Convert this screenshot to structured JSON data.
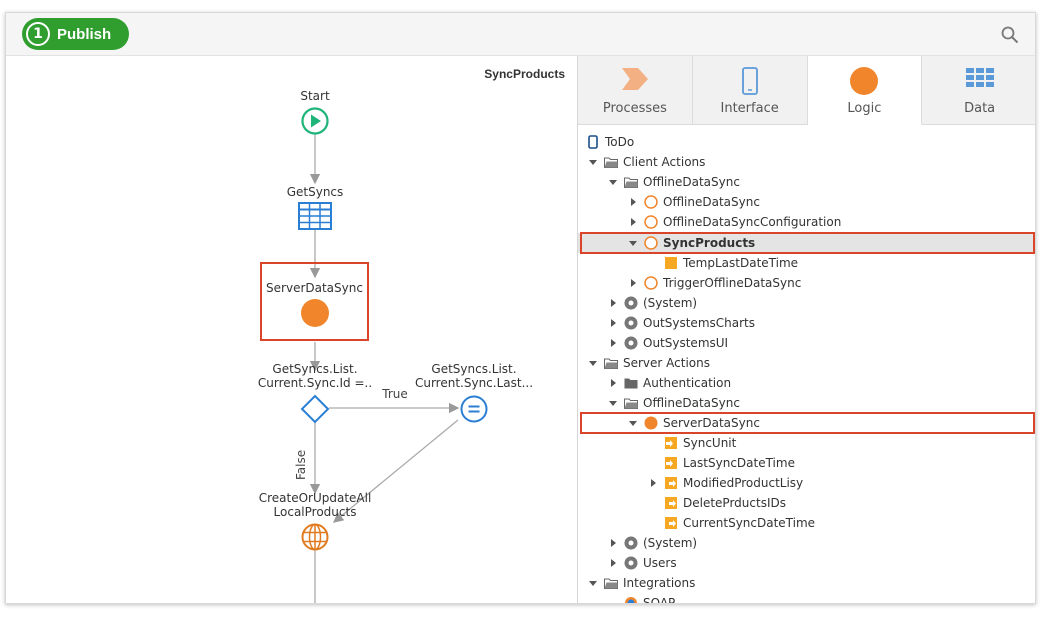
{
  "toolbar": {
    "publish_number": "1",
    "publish_label": "Publish"
  },
  "flow": {
    "title": "SyncProducts",
    "nodes": {
      "start": "Start",
      "get_syncs": "GetSyncs",
      "server_data_sync": "ServerDataSync",
      "if_line1": "GetSyncs.List.",
      "if_line2": "Current.Sync.Id =..",
      "assign_line1": "GetSyncs.List.",
      "assign_line2": "Current.Sync.Last...",
      "create_line1": "CreateOrUpdateAll",
      "create_line2": "LocalProducts"
    },
    "true_label": "True",
    "false_label": "False"
  },
  "tabs": [
    {
      "label": "Processes"
    },
    {
      "label": "Interface"
    },
    {
      "label": "Logic"
    },
    {
      "label": "Data"
    }
  ],
  "tree": [
    {
      "label": "ToDo"
    },
    {
      "label": "Client Actions"
    },
    {
      "label": "OfflineDataSync"
    },
    {
      "label": "OfflineDataSync"
    },
    {
      "label": "OfflineDataSyncConfiguration"
    },
    {
      "label": "SyncProducts"
    },
    {
      "label": "TempLastDateTime"
    },
    {
      "label": "TriggerOfflineDataSync"
    },
    {
      "label": "(System)"
    },
    {
      "label": "OutSystemsCharts"
    },
    {
      "label": "OutSystemsUI"
    },
    {
      "label": "Server Actions"
    },
    {
      "label": "Authentication"
    },
    {
      "label": "OfflineDataSync"
    },
    {
      "label": "ServerDataSync"
    },
    {
      "label": "SyncUnit"
    },
    {
      "label": "LastSyncDateTime"
    },
    {
      "label": "ModifiedProductLisy"
    },
    {
      "label": "DeletePrductsIDs"
    },
    {
      "label": "CurrentSyncDateTime"
    },
    {
      "label": "(System)"
    },
    {
      "label": "Users"
    },
    {
      "label": "Integrations"
    },
    {
      "label": "SOAP"
    }
  ],
  "colors": {
    "publish_green": "#2f9e2f",
    "action_orange": "#f0852b",
    "start_green": "#1fb47a",
    "flow_blue": "#2a7fd4",
    "highlight_red": "#d9442b"
  }
}
